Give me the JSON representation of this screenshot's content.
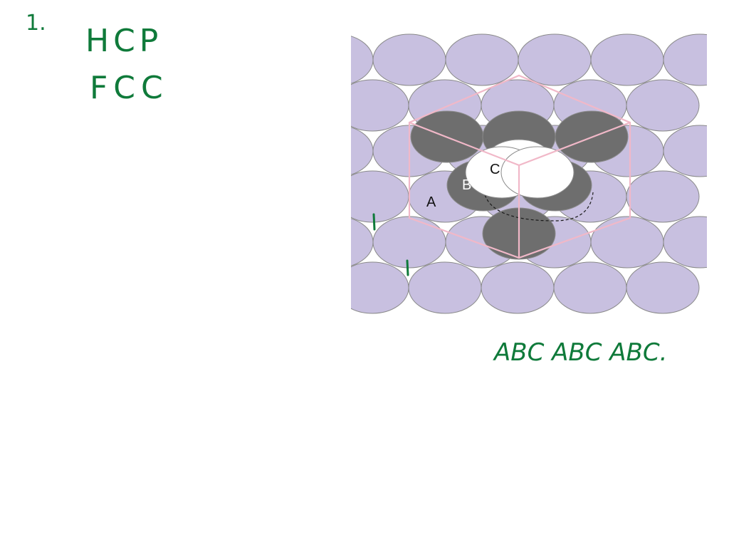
{
  "notes": {
    "number": "1.",
    "line1": "HCP",
    "line2": "FCC",
    "stacking_sequence": "ABC ABC ABC."
  },
  "diagram": {
    "layer_labels": {
      "a": "A",
      "b": "B",
      "c": "C"
    },
    "colors": {
      "layer_a_fill": "#c8c0e0",
      "layer_b_fill": "#6e6e6e",
      "layer_c_fill": "#ffffff",
      "hexagon_outline": "#f1b8c8",
      "ink": "#0f7a3a"
    }
  }
}
